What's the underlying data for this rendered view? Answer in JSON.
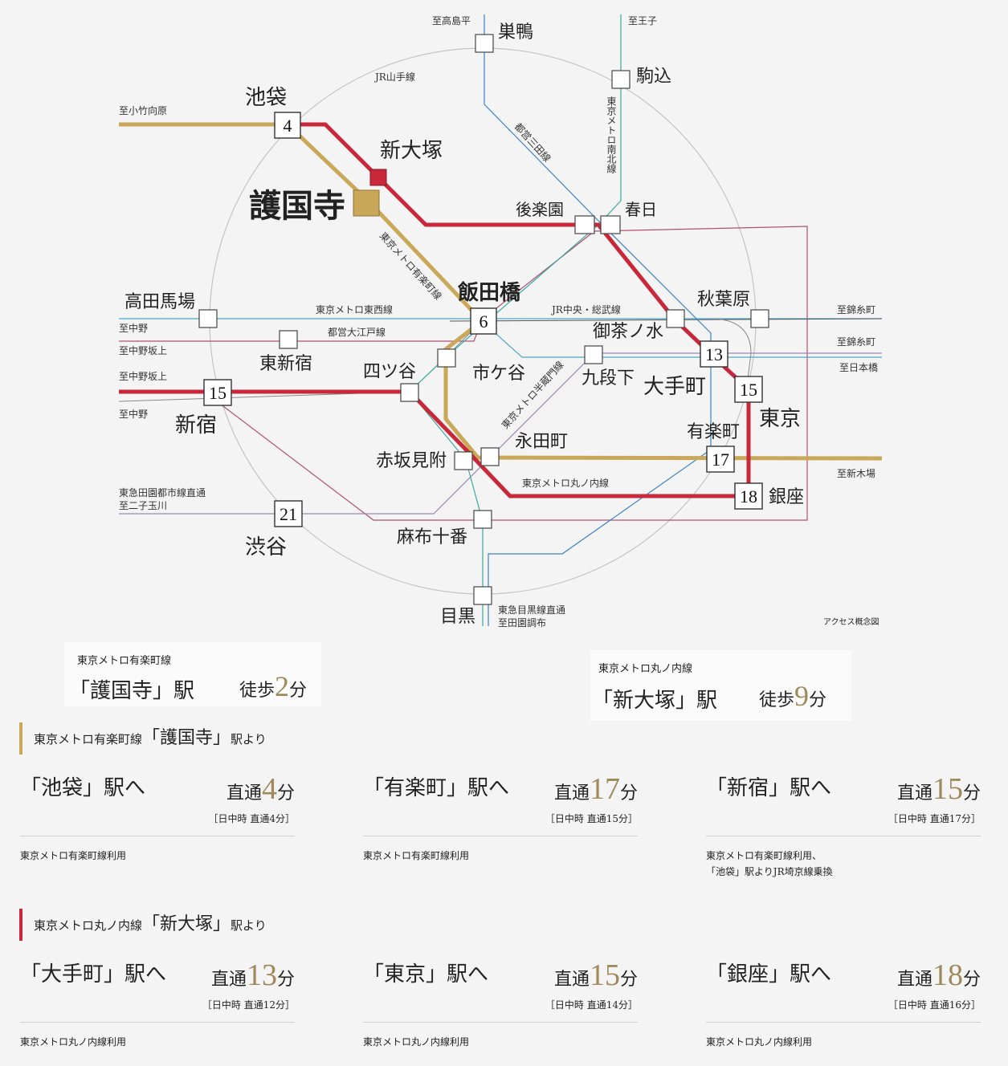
{
  "map": {
    "destinations": {
      "takashimadaira": "至高島平",
      "oji": "至王子",
      "kotakemukaihara": "至小竹向原",
      "nakano1": "至中野",
      "nakanosakaue1": "至中野坂上",
      "nakanosakaue2": "至中野坂上",
      "nakano2": "至中野",
      "tokyu_den1": "東急田園都市線直通",
      "tokyu_den2": "至二子玉川",
      "tokyu_meguro1": "東急目黒線直通",
      "tokyu_meguro2": "至田園調布",
      "kinshicho1": "至錦糸町",
      "kinshicho2": "至錦糸町",
      "nihonbashi": "至日本橋",
      "shinkiba": "至新木場"
    },
    "lines": {
      "yamanote": "JR山手線",
      "mita": "都営三田線",
      "namboku": "東京メトロ南北線",
      "yurakucho": "東京メトロ有楽町線",
      "tozai": "東京メトロ東西線",
      "oedo": "都営大江戸線",
      "chuo_sobu": "JR中央・総武線",
      "hanzomon": "東京メトロ半蔵門線",
      "marunouchi": "東京メトロ丸ノ内線"
    },
    "stations": {
      "sugamo": "巣鴨",
      "komagome": "駒込",
      "ikebukuro": "池袋",
      "shinotsuka": "新大塚",
      "gokokuji": "護国寺",
      "korakuen": "後楽園",
      "kasuga": "春日",
      "iidabashi": "飯田橋",
      "takadanobaba": "高田馬場",
      "akihabara": "秋葉原",
      "ochanomizu": "御茶ノ水",
      "higashishinjuku": "東新宿",
      "yotsuya": "四ツ谷",
      "ichigaya": "市ケ谷",
      "kudanshita": "九段下",
      "otemachi": "大手町",
      "shinjuku": "新宿",
      "tokyo": "東京",
      "yurakucho": "有楽町",
      "nagatacho": "永田町",
      "akasakamitsuke": "赤坂見附",
      "ginza": "銀座",
      "shibuya": "渋谷",
      "azabujuban": "麻布十番",
      "meguro": "目黒"
    },
    "numbers": {
      "ikebukuro": "4",
      "iidabashi": "6",
      "otemachi": "13",
      "tokyo": "15",
      "shinjuku": "15",
      "yurakucho": "17",
      "ginza": "18",
      "shibuya": "21"
    },
    "note": "アクセス概念図",
    "colors": {
      "yurakucho": "#c9a85a",
      "marunouchi": "#c8283a",
      "namboku": "#3aa9a0",
      "mita": "#3b82c4",
      "tozai": "#4aa8c8",
      "oedo": "#b05070",
      "chuo_sobu": "#555555",
      "yamanote": "#bbbbbb",
      "hanzomon": "#9b86b8"
    }
  },
  "walk_cards": [
    {
      "line": "東京メトロ有楽町線",
      "station": "「護国寺」駅",
      "walk_prefix": "徒歩",
      "walk_min": "2",
      "walk_unit": "分"
    },
    {
      "line": "東京メトロ丸ノ内線",
      "station": "「新大塚」駅",
      "walk_prefix": "徒歩",
      "walk_min": "9",
      "walk_unit": "分"
    }
  ],
  "sections": [
    {
      "head_line": "東京メトロ有楽町線",
      "head_station": "「護国寺」",
      "head_suffix": "駅より",
      "color": "#c9a85a",
      "destinations": [
        {
          "name": "「池袋」駅へ",
          "prefix": "直通",
          "min": "4",
          "unit": "分",
          "sub": "［日中時 直通4分］",
          "note1": "東京メトロ有楽町線利用",
          "note2": ""
        },
        {
          "name": "「有楽町」駅へ",
          "prefix": "直通",
          "min": "17",
          "unit": "分",
          "sub": "［日中時 直通15分］",
          "note1": "東京メトロ有楽町線利用",
          "note2": ""
        },
        {
          "name": "「新宿」駅へ",
          "prefix": "直通",
          "min": "15",
          "unit": "分",
          "sub": "［日中時 直通17分］",
          "note1": "東京メトロ有楽町線利用、",
          "note2": "「池袋」駅よりJR埼京線乗換"
        }
      ]
    },
    {
      "head_line": "東京メトロ丸ノ内線",
      "head_station": "「新大塚」",
      "head_suffix": "駅より",
      "color": "#c8283a",
      "destinations": [
        {
          "name": "「大手町」駅へ",
          "prefix": "直通",
          "min": "13",
          "unit": "分",
          "sub": "［日中時 直通12分］",
          "note1": "東京メトロ丸ノ内線利用",
          "note2": ""
        },
        {
          "name": "「東京」駅へ",
          "prefix": "直通",
          "min": "15",
          "unit": "分",
          "sub": "［日中時 直通14分］",
          "note1": "東京メトロ丸ノ内線利用",
          "note2": ""
        },
        {
          "name": "「銀座」駅へ",
          "prefix": "直通",
          "min": "18",
          "unit": "分",
          "sub": "［日中時 直通16分］",
          "note1": "東京メトロ丸ノ内線利用",
          "note2": ""
        }
      ]
    }
  ]
}
